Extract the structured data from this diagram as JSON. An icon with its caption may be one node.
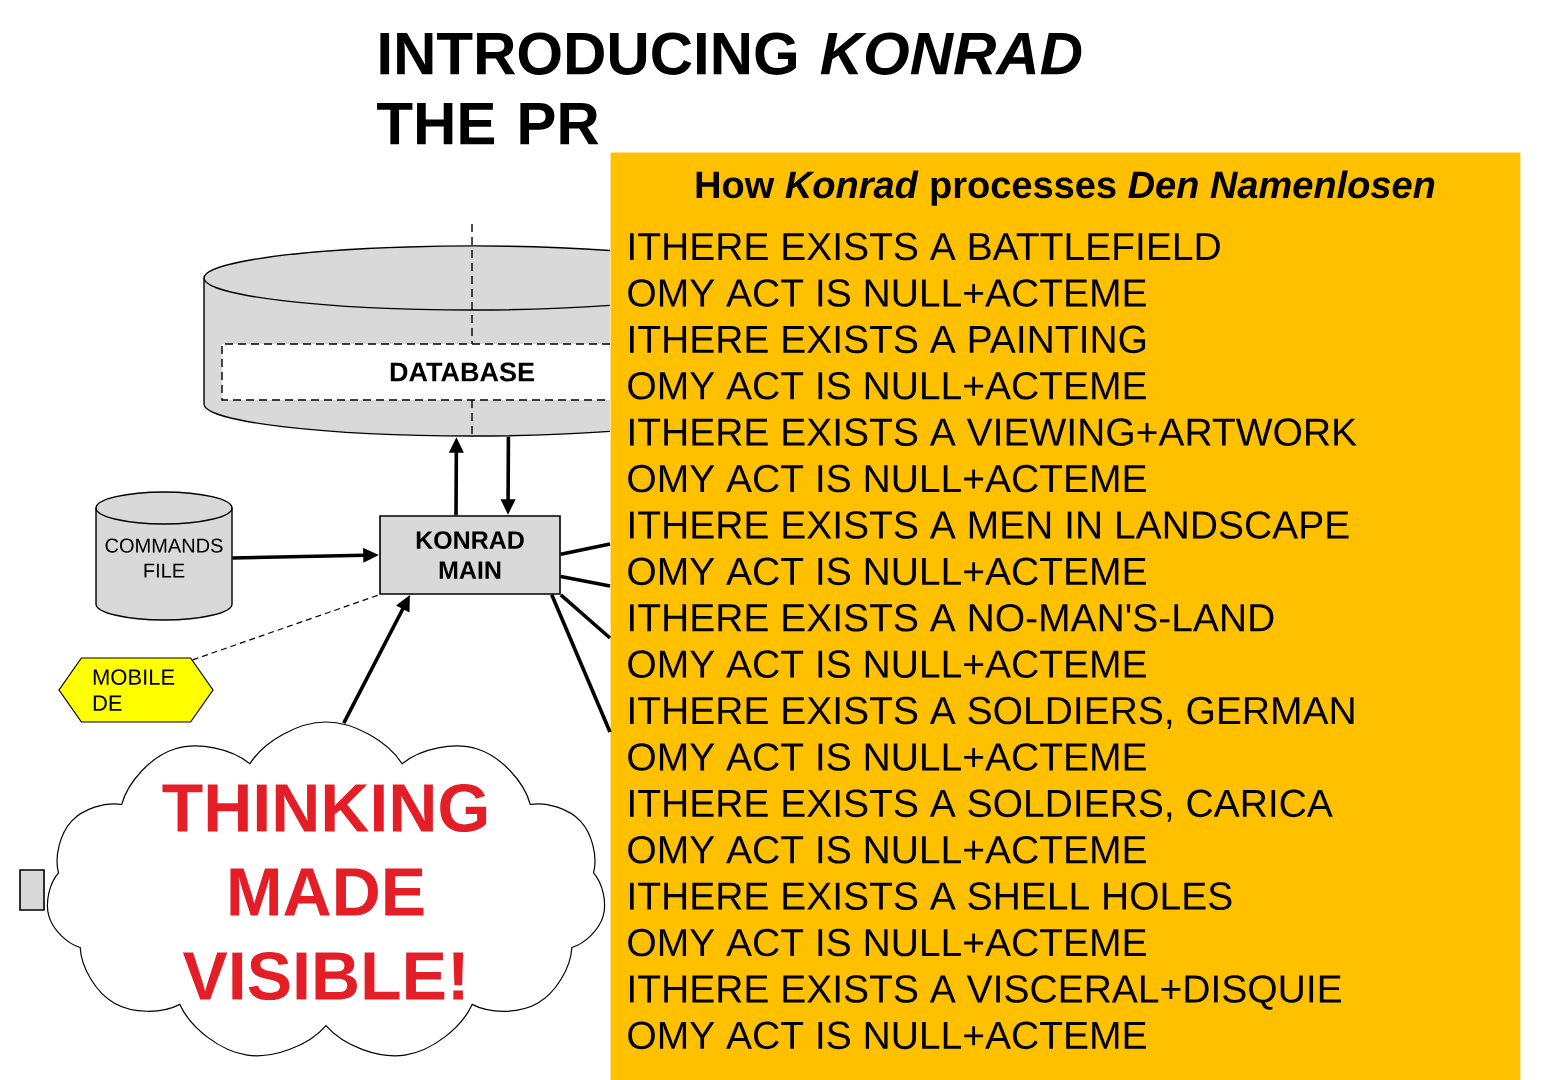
{
  "diagram": {
    "title": "INTRODUCING *KONRAD* THE PR",
    "nodes": [
      {
        "text": [],
        "shape": "cylinder"
      },
      {
        "text": [
          "DATABASE"
        ],
        "in": 0
      },
      {
        "text": [
          "COMMANDS FILE"
        ]
      },
      {
        "text": [
          "KONRAD MAIN"
        ]
      },
      {
        "text": [
          "MOBILE DE"
        ]
      },
      {
        "text": [],
        "shape": "box"
      },
      {
        "text": [
          "THINKING MADE VISIBLE!"
        ]
      },
      {
        "text": [
          "How *Konrad* processes *Den Namenlosen*",
          "ITHERE EXISTS A BATTLEFIELD",
          "OMY ACT IS NULL+ACTEME",
          "ITHERE EXISTS A PAINTING",
          "OMY ACT IS NULL+ACTEME",
          "ITHERE EXISTS A VIEWING+ARTWORK",
          "OMY ACT IS NULL+ACTEME",
          "ITHERE EXISTS A MEN IN LANDSCAPE",
          "OMY ACT IS NULL+ACTEME",
          "ITHERE EXISTS A NO-MAN'S-LAND",
          "OMY ACT IS NULL+ACTEME",
          "ITHERE EXISTS A SOLDIERS, GERMAN",
          "OMY ACT IS NULL+ACTEME",
          "ITHERE EXISTS A SOLDIERS, CARICA",
          "OMY ACT IS NULL+ACTEME",
          "ITHERE EXISTS A SHELL HOLES",
          "OMY ACT IS NULL+ACTEME",
          "ITHERE EXISTS A VISCERAL+DISQUIE",
          "OMY ACT IS NULL+ACTEME"
        ]
      }
    ],
    "edges": [
      {
        "from": 3,
        "to": 0,
        "arrow": "to"
      },
      {
        "from": 0,
        "to": 3,
        "arrow": "to"
      },
      {
        "from": 2,
        "to": 3,
        "arrow": "to"
      },
      {
        "from": 4,
        "to": 3,
        "arrow": "none",
        "style": "dashed"
      },
      {
        "from": 6,
        "to": 3,
        "arrow": "to"
      },
      {
        "from": 3,
        "to": 7,
        "arrow": "none"
      },
      {
        "from": 3,
        "to": 7,
        "arrow": "none"
      },
      {
        "from": 3,
        "to": 7,
        "arrow": "none"
      },
      {
        "from": 3,
        "to": 7,
        "arrow": "none"
      }
    ]
  }
}
